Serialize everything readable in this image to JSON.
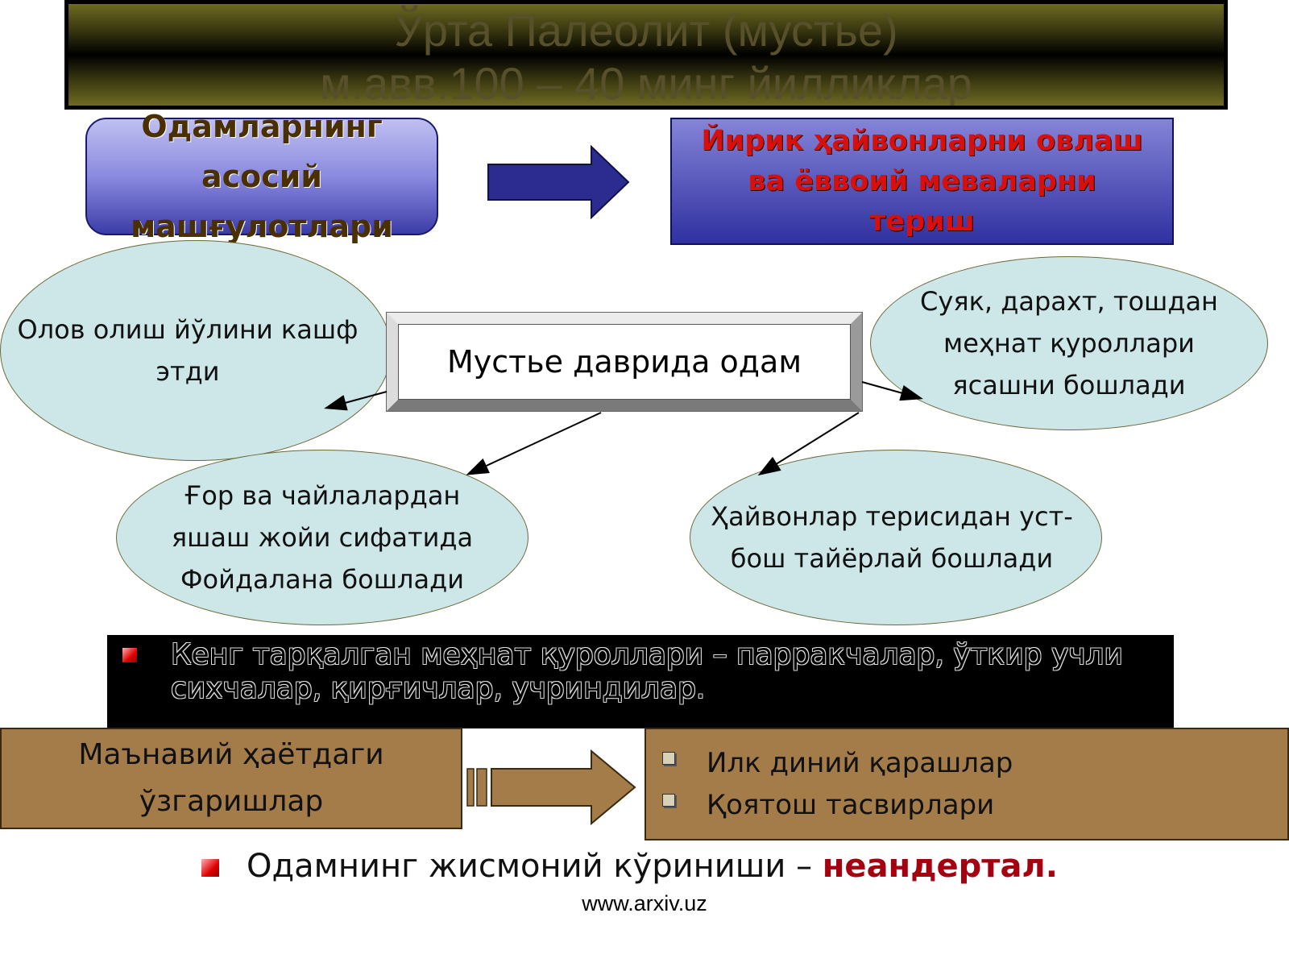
{
  "title": {
    "line1": "Ўрта Палеолит (мустье)",
    "line2": "м.авв.100 – 40 минг йилликлар"
  },
  "occupations": {
    "label": "Одамларнинг асосий машғулотлари",
    "result": "Йирик ҳайвонларни овлаш ва ёввоий меваларни териш"
  },
  "center": {
    "label": "Мустье даврида одам"
  },
  "ellipses": {
    "fire": "Олов олиш йўлини кашф этди",
    "tools": "Суяк, дарахт, тошдан меҳнат қуроллари ясашни бошлади",
    "cave": "Ғор ва чайлалардан яшаш жойи сифатида Фойдалана бошлади",
    "clothes": "Ҳайвонлар терисидан уст-бош тайёрлай бошлади"
  },
  "tools_text": "Кенг тарқалган меҳнат қуроллари – парракчалар, ўткир учли сихчалар, қирғичлар, учриндилар.",
  "spiritual": {
    "label": "Маънавий ҳаётдаги ўзгаришлар",
    "items": [
      "Илк диний қарашлар",
      "Қоятош тасвирлари"
    ]
  },
  "neanderthal": {
    "prefix": "Одамнинг жисмоний кўриниши – ",
    "highlight": "неандертал."
  },
  "website": "www.arxiv.uz",
  "colors": {
    "ellipse_fill": "#cde6e8",
    "brown_box": "#a47c4a",
    "arrow_blue": "#2c2c90",
    "highlight_red": "#a40010"
  }
}
